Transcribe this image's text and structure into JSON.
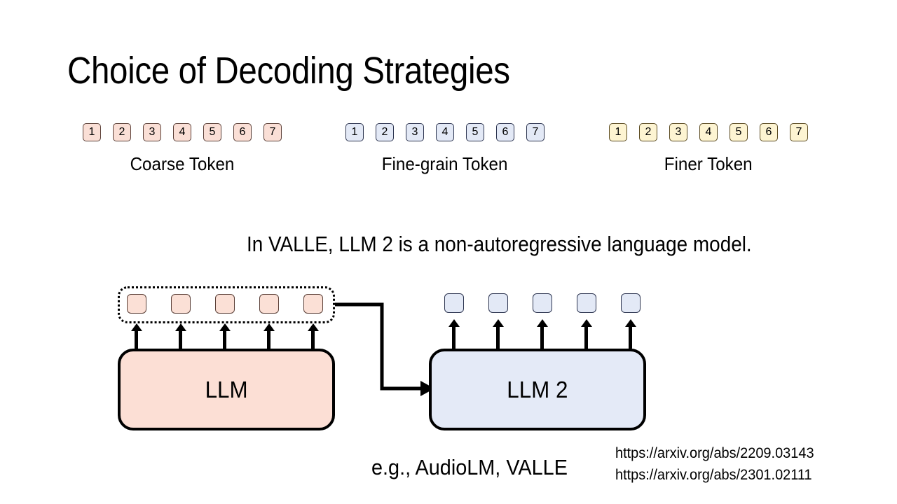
{
  "slide": {
    "title": "Choice of Decoding Strategies",
    "sentence": "In VALLE, LLM 2 is a non-autoregressive language model.",
    "example_text": "e.g., AudioLM, VALLE"
  },
  "token_rows": [
    {
      "id": "coarse",
      "caption": "Coarse Token",
      "style": "coarse",
      "fill": "#fadfd6",
      "border": "#5b4038",
      "tokens": [
        "1",
        "2",
        "3",
        "4",
        "5",
        "6",
        "7"
      ]
    },
    {
      "id": "fine",
      "caption": "Fine-grain Token",
      "style": "fine",
      "fill": "#e3e9f6",
      "border": "#2d3550",
      "tokens": [
        "1",
        "2",
        "3",
        "4",
        "5",
        "6",
        "7"
      ]
    },
    {
      "id": "finer",
      "caption": "Finer Token",
      "style": "finer",
      "fill": "#fdf4d2",
      "border": "#5a4a20",
      "tokens": [
        "1",
        "2",
        "3",
        "4",
        "5",
        "6",
        "7"
      ]
    }
  ],
  "diagram": {
    "llm1": {
      "label": "LLM",
      "fill": "#fcdfd5",
      "token_count": 5,
      "token_fill": "#fbe0d6",
      "grouped_dotted_border": true
    },
    "llm2": {
      "label": "LLM 2",
      "fill": "#e4eaf7",
      "token_count": 5,
      "token_fill": "#e3e9f6",
      "grouped_dotted_border": false
    },
    "connector": "elbow-arrow-from-llm1-tokens-to-llm2"
  },
  "links": [
    "https://arxiv.org/abs/2209.03143",
    "https://arxiv.org/abs/2301.02111"
  ]
}
